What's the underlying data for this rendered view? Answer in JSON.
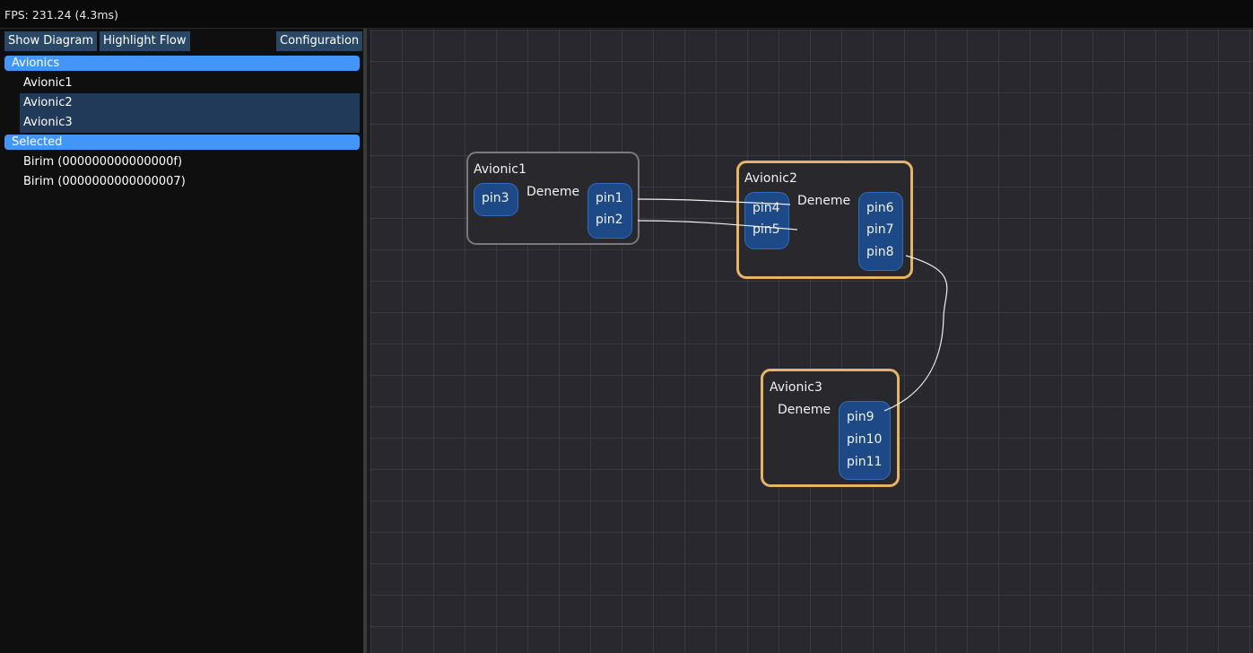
{
  "status": {
    "fps": "FPS: 231.24 (4.3ms)"
  },
  "toolbar": {
    "show_diagram": "Show Diagram",
    "highlight_flow": "Highlight Flow",
    "configuration": "Configuration"
  },
  "tree": {
    "avionics_header": "Avionics",
    "avionics": [
      "Avionic1",
      "Avionic2",
      "Avionic3"
    ],
    "selected_header": "Selected",
    "selected": [
      "Birim (000000000000000f)",
      "Birim (0000000000000007)"
    ]
  },
  "nodes": {
    "avionic1": {
      "title": "Avionic1",
      "label": "Deneme",
      "inputs": [
        "pin3"
      ],
      "outputs": [
        "pin1",
        "pin2"
      ]
    },
    "avionic2": {
      "title": "Avionic2",
      "label": "Deneme",
      "inputs": [
        "pin4",
        "pin5"
      ],
      "outputs": [
        "pin6",
        "pin7",
        "pin8"
      ]
    },
    "avionic3": {
      "title": "Avionic3",
      "label": "Deneme",
      "outputs": [
        "pin9",
        "pin10",
        "pin11"
      ]
    }
  },
  "colors": {
    "accent": "#4296fa",
    "selected_node_border": "#e7b463",
    "node_border": "#7a7a7a",
    "pin_bg": "#1d4a86",
    "button_bg": "#2a4766"
  }
}
